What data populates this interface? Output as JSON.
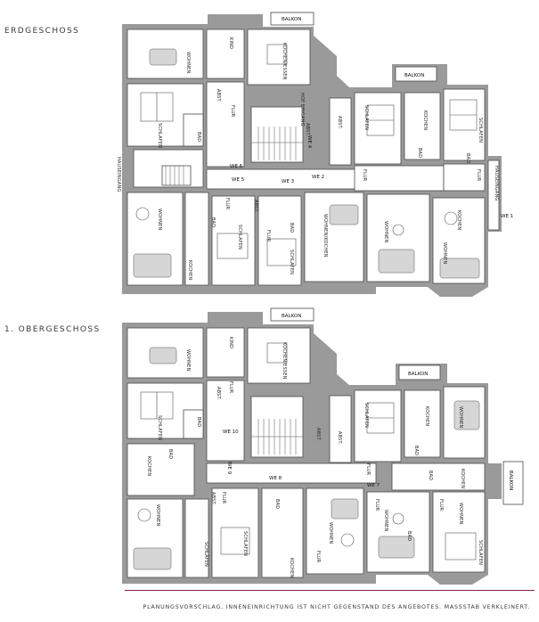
{
  "floors": [
    {
      "title": "ERDGESCHOSS",
      "labels": {
        "balkon_a": "BALKON",
        "balkon_b": "BALKON",
        "wohnen_nw": "WOHNEN",
        "kind": "KIND",
        "kochen_essen": "KOCHEN/ESSEN",
        "schlafen_w": "SCHLAFEN",
        "bad_w": "BAD",
        "flur_w": "FLUR",
        "abst_1": "ABST.",
        "abst_2": "ABST.",
        "abst_3": "ABST.",
        "abst_4": "ABST.",
        "hof_eingang": "HOF EINGANG",
        "hauseingang": "HAUSEINGANG",
        "hauseingang_e": "HAUSEINGANG",
        "we6": "WE 6",
        "we5": "WE 5",
        "we4": "WE 4",
        "we3": "WE 3",
        "we2": "WE 2",
        "we1": "WE 1",
        "schlafen_e1": "SCHLAFEN",
        "kochen_e1": "KOCHEN",
        "bad_e1": "BAD",
        "flur_e1": "FLUR",
        "schlafen_e2": "SCHLAFEN",
        "bad_e2": "BAD",
        "flur_e2": "FLUR",
        "wohnen_sw": "WOHNEN",
        "kochen_sw": "KOCHEN",
        "bad_sw": "BAD",
        "flur_sw": "FLUR",
        "schlafen_sw": "SCHLAFEN",
        "bad_c": "BAD",
        "flur_c": "FLUR",
        "schlafen_c": "SCHLAFEN",
        "wohnen_kochen": "WOHNEN/KOCHEN",
        "wohnen_c": "WOHNEN",
        "kochen_e2": "KOCHEN",
        "wohnen_e2": "WOHNEN"
      }
    },
    {
      "title": "1. OBERGESCHOSS",
      "labels": {
        "balkon_a": "BALKON",
        "balkon_b": "BALKON",
        "balkon_c": "BALKON",
        "wohnen_nw": "WOHNEN",
        "kind": "KIND",
        "kochen_essen": "KOCHEN/ESSEN",
        "schlafen_w": "SCHLAFEN",
        "bad_w": "BAD",
        "flur_w": "FLUR",
        "bad_w2": "BAD",
        "kochen_w": "KOCHEN",
        "abst_1": "ABST.",
        "abst_2": "ABST.",
        "abst_3": "ABST.",
        "abst_4": "ABST.",
        "we10": "WE 10",
        "we9": "WE 9",
        "we8": "WE 8",
        "we7": "WE 7",
        "schlafen_e1": "SCHLAFEN",
        "kochen_e1": "KOCHEN",
        "bad_e1": "BAD",
        "flur_e1": "FLUR",
        "wohnen_e1": "WOHNEN",
        "bad_e2": "BAD",
        "kochen_e2": "KOCHEN",
        "flur_e2": "FLUR",
        "wohnen_e2": "WOHNEN",
        "schlafen_e2": "SCHLAFEN",
        "wohnen_sw": "WOHNEN",
        "schlafen_sw": "SCHLAFEN",
        "flur_sw": "FLUR",
        "schlafen_c": "SCHLAFEN",
        "bad_c": "BAD",
        "kochen_c": "KOCHEN",
        "wohnen_c": "WOHNEN",
        "flur_c": "FLUR",
        "bad_c2": "BAD",
        "flur_c2": "FLUR",
        "wohnen_c2": "WOHNEN"
      }
    }
  ],
  "footer": "PLANUNGSVORSCHLAG, INNENEINRICHTUNG IST NICHT GEGENSTAND DES ANGEBOTES. MASSSTAB VERKLEINERT.",
  "colors": {
    "wall": "#9a9a9a",
    "accent_rule": "#8a1d4e"
  }
}
